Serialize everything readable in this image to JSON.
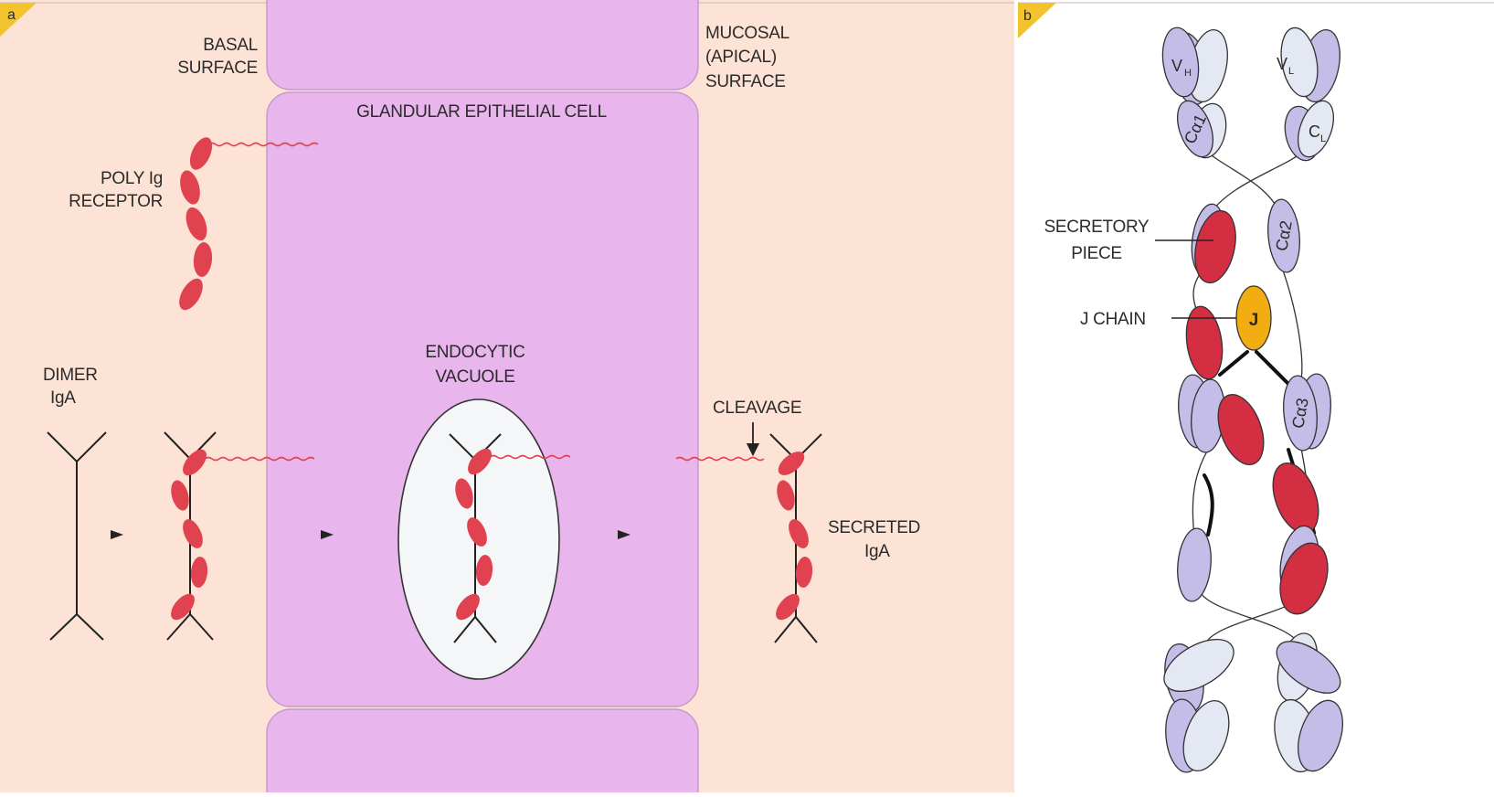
{
  "colors": {
    "background": "#fde3d6",
    "cell": "#e8b5ec",
    "cell_stroke": "#c69acb",
    "receptor": "#e0434f",
    "vacuole_fill": "#f4f6f7",
    "panel_tag": "#f2c32c",
    "heavy_domain": "#c3bde8",
    "light_domain": "#e3e8f2",
    "secretory_piece": "#d42e43",
    "j_chain": "#f2ad13"
  },
  "panel_a": {
    "tag": "a",
    "basal_surface": [
      "BASAL",
      "SURFACE"
    ],
    "mucosal_surface": [
      "MUCOSAL",
      "(APICAL)",
      "SURFACE"
    ],
    "cell_label": "GLANDULAR EPITHELIAL CELL",
    "poly_ig_receptor": [
      "POLY Ig",
      "RECEPTOR"
    ],
    "dimer_iga": [
      "DIMER",
      "IgA"
    ],
    "endocytic_vacuole": [
      "ENDOCYTIC",
      "VACUOLE"
    ],
    "cleavage": "CLEAVAGE",
    "secreted_iga": [
      "SECRETED",
      "IgA"
    ]
  },
  "panel_b": {
    "tag": "b",
    "domains": {
      "vh": "V",
      "vh_sub": "H",
      "vl": "V",
      "vl_sub": "L",
      "ca1": "Cα1",
      "cl": "C",
      "cl_sub": "L",
      "ca2": "Cα2",
      "ca3": "Cα3"
    },
    "secretory_piece": [
      "SECRETORY",
      "PIECE"
    ],
    "j_chain_label": "J CHAIN",
    "j_symbol": "J"
  }
}
